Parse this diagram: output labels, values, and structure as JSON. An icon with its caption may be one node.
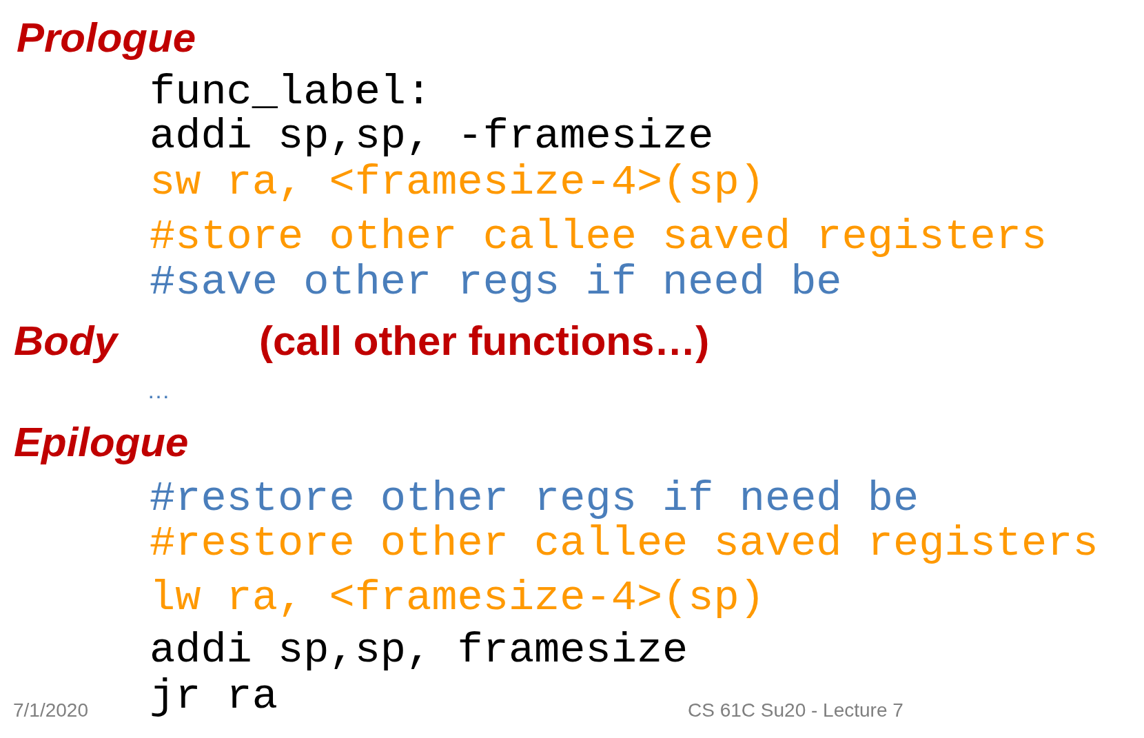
{
  "diagram": {
    "labels": [
      "Prologue",
      "func_label:",
      "addi sp,sp, -framesize",
      "sw ra, <framesize-4>(sp)",
      "#store other callee saved registers",
      "#save other regs if need be",
      "Body",
      "(call other functions…)",
      "…",
      "Epilogue",
      "#restore other regs if need be",
      "#restore other callee saved registers",
      "lw ra, <framesize-4>(sp)",
      "addi sp,sp, framesize",
      "jr ra",
      "7/1/2020",
      "CS 61C Su20 - Lecture 7"
    ]
  }
}
